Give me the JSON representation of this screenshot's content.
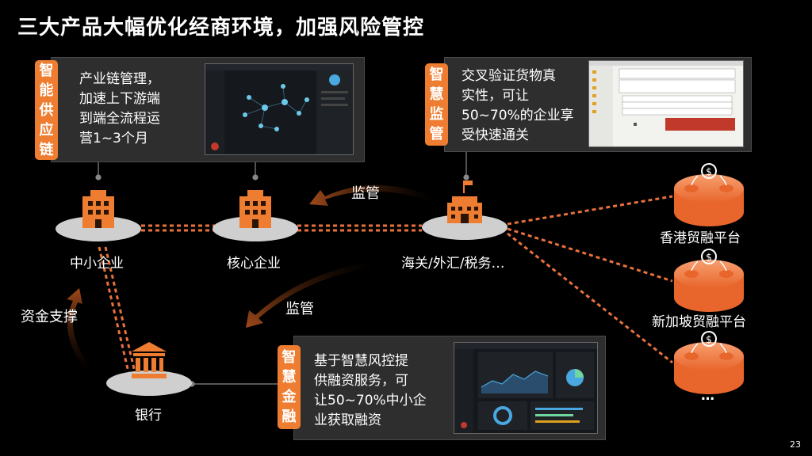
{
  "title": "三大产品大幅优化经商环境，加强风险管控",
  "page_number": "23",
  "colors": {
    "accent": "#ee7d31",
    "card_bg": "#2e2e2e",
    "dash": "#e8713c",
    "platform": "#cfcfcf"
  },
  "cards": {
    "supply_chain": {
      "tag": [
        "智",
        "能",
        "供",
        "应",
        "链"
      ],
      "lines": [
        "产业链管理，",
        "加速上下游端",
        "到端全流程运",
        "营1~3个月"
      ]
    },
    "supervision": {
      "tag": [
        "智",
        "慧",
        "监",
        "管"
      ],
      "lines": [
        "交叉验证货物真",
        "实性，可让",
        "50~70%的企业享",
        "受快速通关"
      ]
    },
    "finance": {
      "tag": [
        "智",
        "慧",
        "金",
        "融"
      ],
      "lines": [
        "基于智慧风控提",
        "供融资服务，可",
        "让50~70%中小企",
        "业获取融资"
      ]
    }
  },
  "nodes": {
    "sme": "中小企业",
    "core": "核心企业",
    "customs": "海关/外汇/税务…",
    "bank": "银行"
  },
  "platforms": [
    "香港贸融平台",
    "新加坡贸融平台",
    "…"
  ],
  "arrows": {
    "supervise_top": "监管",
    "supervise_mid": "监管",
    "funding": "资金支撑"
  },
  "icons": {
    "building": "building-icon",
    "government": "government-building-icon",
    "bank": "bank-icon",
    "platform": "dollar-platform-icon"
  }
}
